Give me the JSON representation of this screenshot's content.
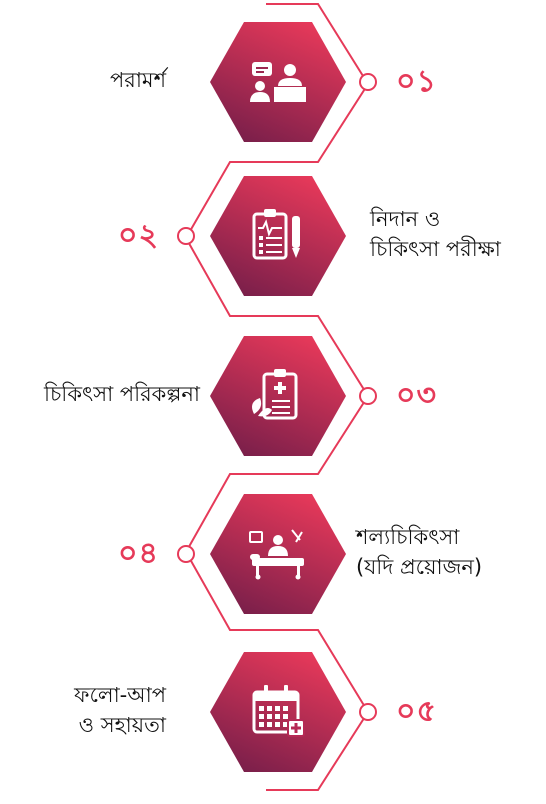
{
  "colors": {
    "accent": "#e63a59",
    "hex_top": "#e8395a",
    "hex_bottom": "#7a1f4a",
    "icon": "#ffffff",
    "text": "#111111"
  },
  "steps": [
    {
      "number": "০১",
      "label_lines": [
        "পরামর্শ"
      ],
      "icon": "consultation-icon"
    },
    {
      "number": "০২",
      "label_lines": [
        "নিদান ও",
        "চিকিৎসা পরীক্ষা"
      ],
      "icon": "clipboard-checklist-icon"
    },
    {
      "number": "০৩",
      "label_lines": [
        "চিকিৎসা পরিকল্পনা"
      ],
      "icon": "treatment-plan-icon"
    },
    {
      "number": "০৪",
      "label_lines": [
        "শল্যচিকিৎসা",
        "(যদি প্রয়োজন)"
      ],
      "icon": "surgery-icon"
    },
    {
      "number": "০৫",
      "label_lines": [
        "ফলো-আপ",
        "ও সহায়তা"
      ],
      "icon": "calendar-medical-icon"
    }
  ]
}
